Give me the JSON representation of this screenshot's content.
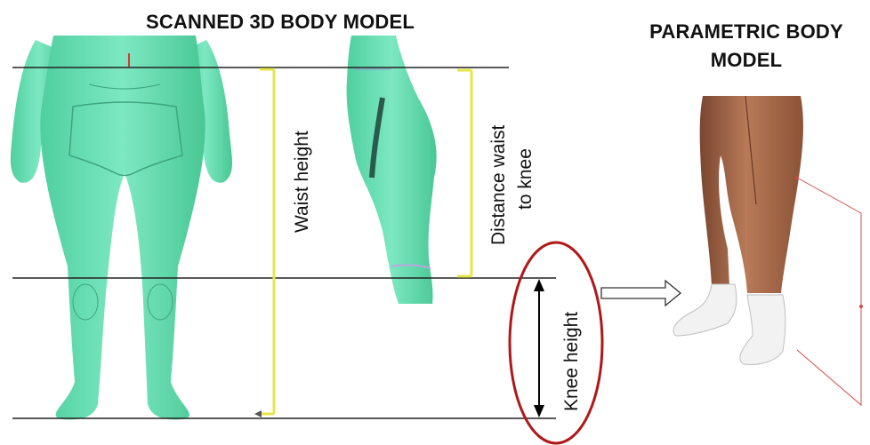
{
  "titles": {
    "scanned": "SCANNED 3D BODY MODEL",
    "parametric_line1": "PARAMETRIC BODY",
    "parametric_line2": "MODEL"
  },
  "labels": {
    "waist_height": "Waist height",
    "distance_line1": "Distance waist",
    "distance_line2": "to knee",
    "knee_height": "Knee height"
  },
  "colors": {
    "scan_body": "#6ee3b8",
    "measure_bracket": "#e6e64a",
    "highlight_ellipse": "#b01818",
    "skin": "#a4674a",
    "sock": "#f2f2f2",
    "plane_outline": "#d94a4a"
  }
}
